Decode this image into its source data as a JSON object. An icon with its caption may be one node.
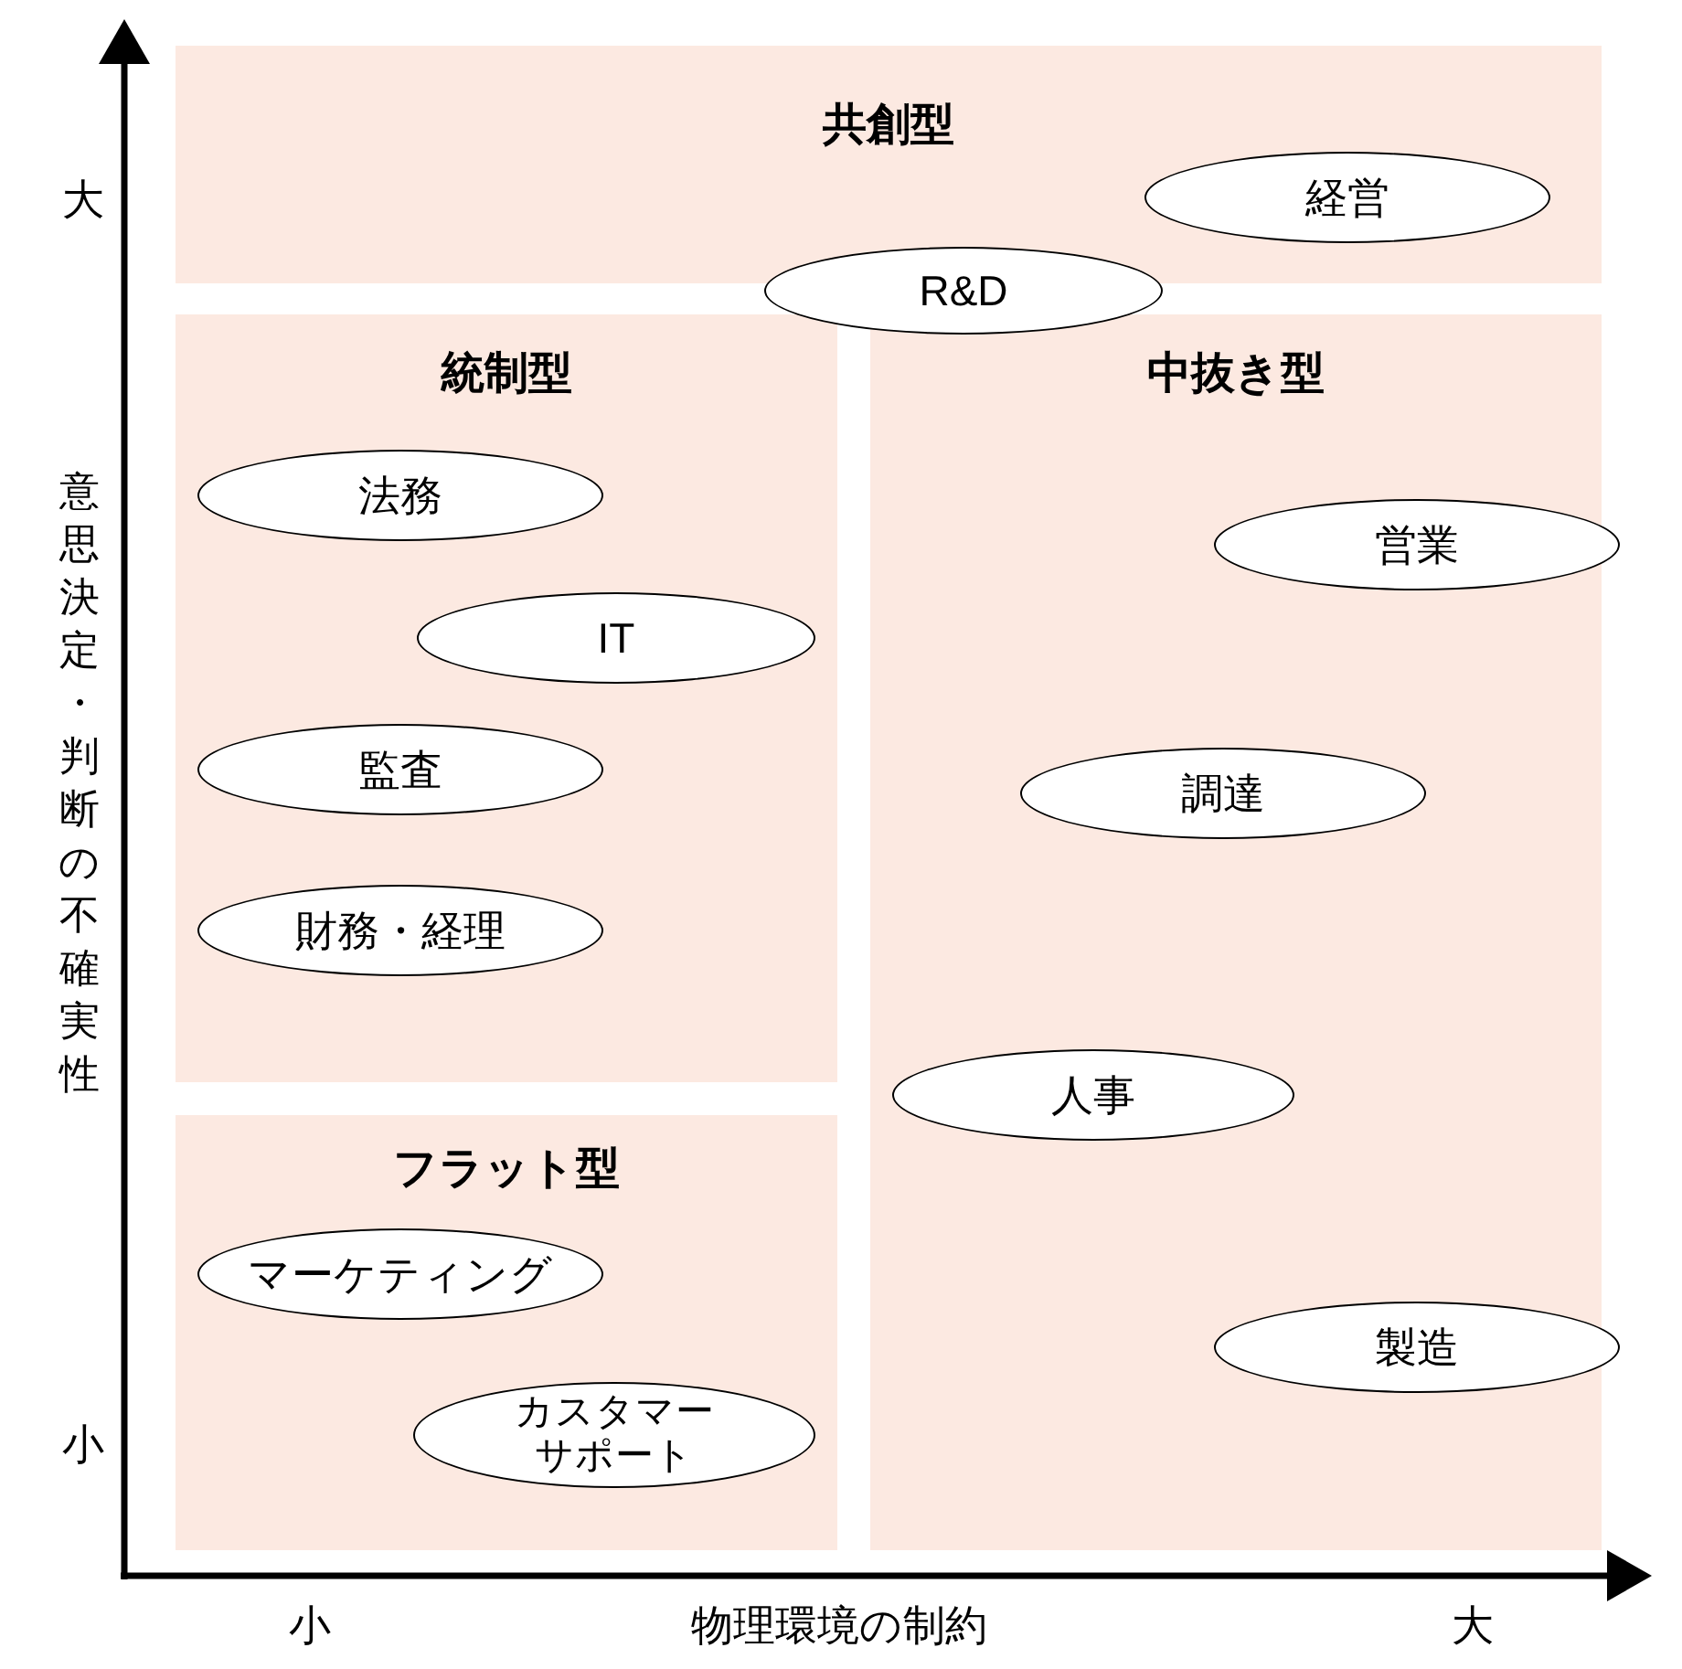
{
  "diagram": {
    "nodes": [
      {
        "text": [
          "共創型"
        ]
      },
      {
        "text": [
          "経営"
        ],
        "in": 0
      },
      {
        "text": [
          "R&D"
        ]
      },
      {
        "text": [
          "統制型"
        ]
      },
      {
        "text": [
          "法務"
        ],
        "in": 3
      },
      {
        "text": [
          "IT"
        ],
        "in": 3
      },
      {
        "text": [
          "監査"
        ],
        "in": 3
      },
      {
        "text": [
          "財務・経理"
        ],
        "in": 3
      },
      {
        "text": [
          "中抜き型"
        ]
      },
      {
        "text": [
          "営業"
        ],
        "in": 8
      },
      {
        "text": [
          "調達"
        ],
        "in": 8
      },
      {
        "text": [
          "人事"
        ],
        "in": 8
      },
      {
        "text": [
          "製造"
        ],
        "in": 8
      },
      {
        "text": [
          "フラット型"
        ]
      },
      {
        "text": [
          "マーケティング"
        ],
        "in": 13
      },
      {
        "text": [
          "カスタマーサポート"
        ],
        "in": 13
      }
    ],
    "edges": [],
    "labels": [
      "大",
      "意思決定・判断の不確実性",
      "小",
      "小",
      "物理環境の制約",
      "大"
    ]
  }
}
